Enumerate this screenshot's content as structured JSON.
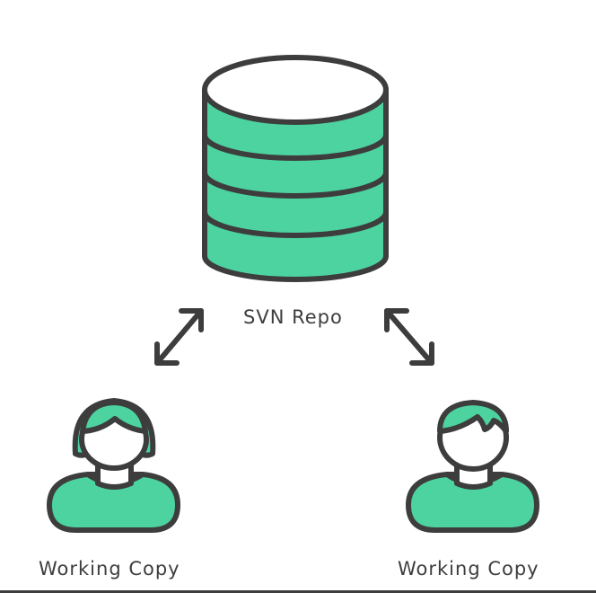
{
  "colors": {
    "accent": "#4cd3a0",
    "stroke": "#3d3d3d",
    "background": "#ffffff"
  },
  "repository": {
    "icon": "database-icon",
    "label": "SVN Repo"
  },
  "working_copies": [
    {
      "icon": "user-female-icon",
      "label": "Working Copy"
    },
    {
      "icon": "user-male-icon",
      "label": "Working Copy"
    }
  ],
  "connectors": [
    {
      "icon": "bidirectional-arrow-icon",
      "from": "SVN Repo",
      "to": "Working Copy"
    },
    {
      "icon": "bidirectional-arrow-icon",
      "from": "SVN Repo",
      "to": "Working Copy"
    }
  ]
}
